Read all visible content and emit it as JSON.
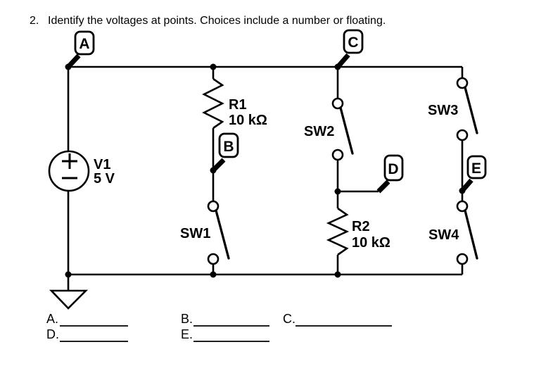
{
  "problem": {
    "number": "2.",
    "question": "Identify the voltages at points. Choices include a number or floating."
  },
  "circuit": {
    "source": {
      "name": "V1",
      "value": "5 V"
    },
    "resistors": [
      {
        "name": "R1",
        "value": "10 kΩ"
      },
      {
        "name": "R2",
        "value": "10 kΩ"
      }
    ],
    "switches": [
      {
        "name": "SW1"
      },
      {
        "name": "SW2"
      },
      {
        "name": "SW3"
      },
      {
        "name": "SW4"
      }
    ],
    "points": [
      {
        "label": "A"
      },
      {
        "label": "B"
      },
      {
        "label": "C"
      },
      {
        "label": "D"
      },
      {
        "label": "E"
      }
    ],
    "ground": "ground-symbol"
  },
  "answers": [
    {
      "label": "A.",
      "value": ""
    },
    {
      "label": "B.",
      "value": ""
    },
    {
      "label": "C.",
      "value": ""
    },
    {
      "label": "D.",
      "value": ""
    },
    {
      "label": "E.",
      "value": ""
    }
  ],
  "colors": {
    "ink": "#000000",
    "paper": "#ffffff"
  }
}
